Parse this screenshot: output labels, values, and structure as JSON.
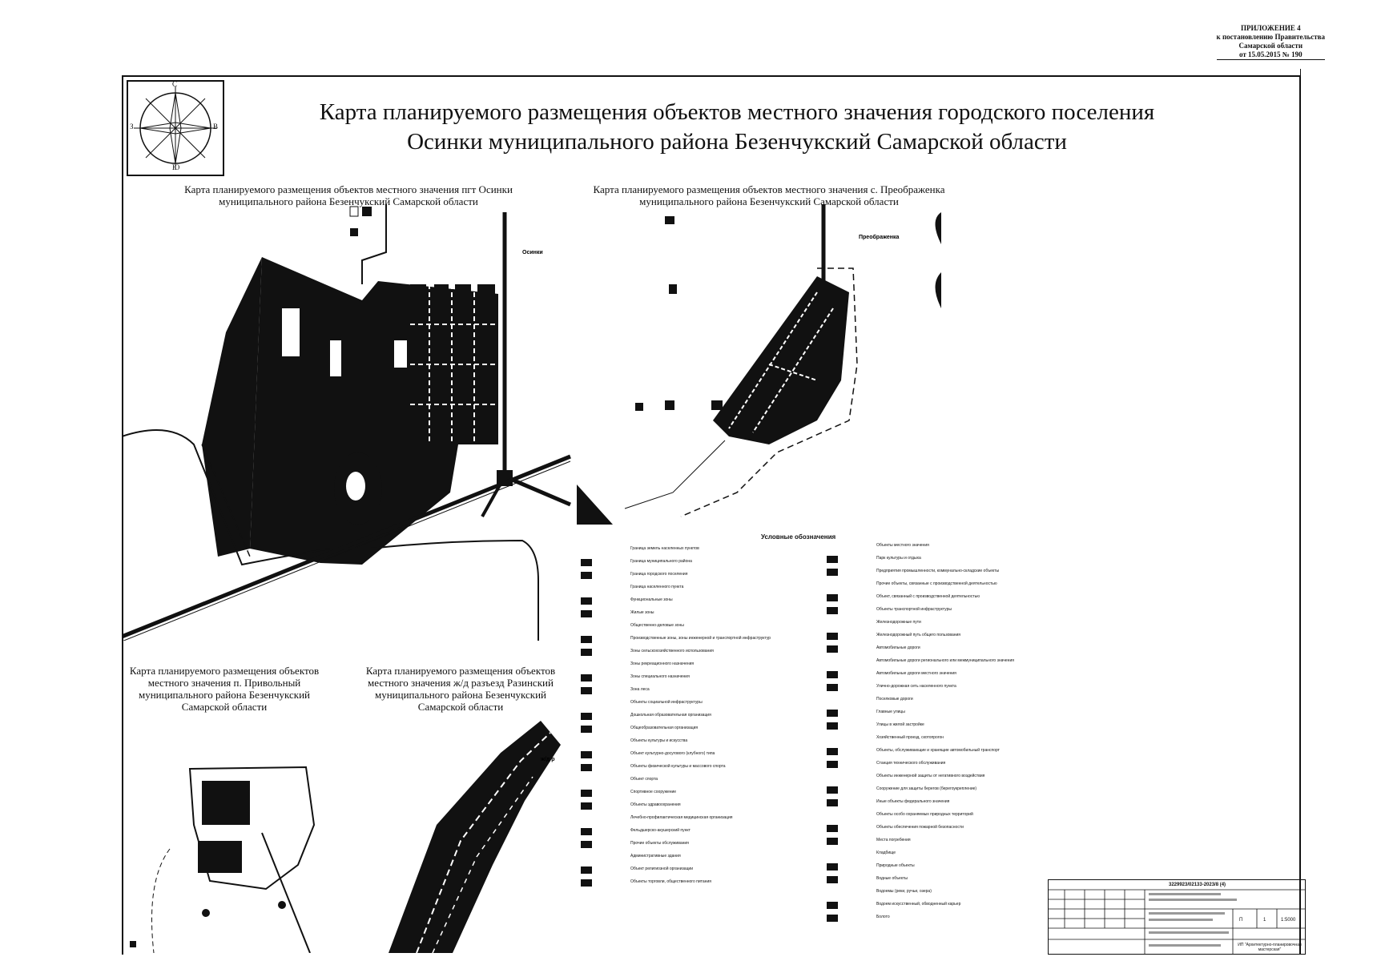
{
  "annex": {
    "line1": "ПРИЛОЖЕНИЕ 4",
    "line2": "к постановлению Правительства",
    "line3": "Самарской области",
    "line4": "от 15.05.2015 № 190"
  },
  "title": {
    "line1": "Карта планируемого размещения объектов местного значения городского поселения",
    "line2": "Осинки муниципального района Безенчукский Самарской области"
  },
  "compass": {
    "n": "С",
    "s": "Ю",
    "w": "З",
    "e": "В"
  },
  "maps": {
    "osinki": {
      "title1": "Карта планируемого размещения объектов местного значения пгт Осинки",
      "title2": "муниципального района Безенчукский Самарской области",
      "label": "Осинки"
    },
    "preobrazhenka": {
      "title1": "Карта планируемого размещения объектов местного значения с. Преображенка",
      "title2": "муниципального района Безенчукский Самарской области",
      "label": "Преображенка"
    },
    "privolny": {
      "title1": "Карта планируемого размещения объектов",
      "title2": "местного значения п. Привольный",
      "title3": "муниципального района Безенчукский",
      "title4": "Самарской области"
    },
    "razinsky": {
      "title1": "Карта планируемого размещения объектов",
      "title2": "местного значения ж/д разъезд Разинский",
      "title3": "муниципального района Безенчукский",
      "title4": "Самарской области",
      "label": "ж/д р"
    }
  },
  "legend": {
    "title": "Условные обозначения",
    "left": [
      "Граница земель населенных пунктов",
      "Граница муниципального района",
      "Граница городского поселения",
      "Граница населенного пункта",
      "Функциональные зоны",
      "Жилые зоны",
      "Общественно-деловые зоны",
      "Производственные зоны, зоны инженерной и транспортной инфраструктур",
      "Зоны сельскохозяйственного использования",
      "Зоны рекреационного назначения",
      "Зоны специального назначения",
      "Зона леса",
      "Объекты социальной инфраструктуры",
      "Дошкольная образовательная организация",
      "Общеобразовательная организация",
      "Объекты культуры и искусства",
      "Объект культурно-досугового (клубного) типа",
      "Объекты физической культуры и массового спорта",
      "Объект спорта",
      "Спортивное сооружение",
      "Объекты здравоохранения",
      "Лечебно-профилактическая медицинская организация",
      "Фельдшерско-акушерский пункт",
      "Прочие объекты обслуживания",
      "Административные здания",
      "Объект религиозной организации",
      "Объекты торговли, общественного питания"
    ],
    "right": [
      "Объекты местного значения",
      "Парк культуры и отдыха",
      "Предприятия промышленности, коммунально-складские объекты",
      "Прочие объекты, связанные с производственной деятельностью",
      "Объект, связанный с производственной деятельностью",
      "Объекты транспортной инфраструктуры",
      "Железнодорожные пути",
      "Железнодорожный путь общего пользования",
      "Автомобильные дороги",
      "Автомобильные дороги регионального или межмуниципального значения",
      "Автомобильные дороги местного значения",
      "Улично-дорожная сеть населенного пункта",
      "Поселковые дороги",
      "Главные улицы",
      "Улицы в жилой застройке",
      "Хозяйственный проезд, скотопрогон",
      "Объекты, обслуживающие и хранящие автомобильный транспорт",
      "Станция технического обслуживания",
      "Объекты инженерной защиты от негативного воздействия",
      "Сооружение для защиты берегов (берегоукрепление)",
      "Иные объекты федерального значения",
      "Объекты особо охраняемых природных территорий",
      "Объекты обеспечения пожарной безопасности",
      "Места погребения",
      "Кладбище",
      "Природные объекты",
      "Водные объекты",
      "Водоемы (реки, ручьи, озера)",
      "Водоем искусственный, обводненный карьер",
      "Болото"
    ]
  },
  "stamp": {
    "code": "3229923/02133-2023/8 (4)",
    "sheet": "П",
    "sheet_no": "1",
    "scale": "1:5000",
    "org": "ИП  \"Архитектурно-планировочная мастерская\""
  }
}
